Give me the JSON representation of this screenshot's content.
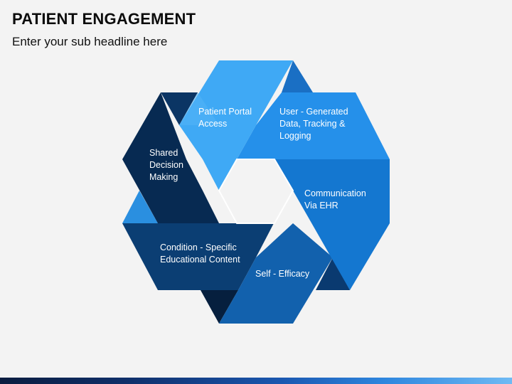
{
  "header": {
    "title": "PATIENT ENGAGEMENT",
    "subtitle": "Enter your sub headline here"
  },
  "diagram": {
    "segments": [
      {
        "lines": [
          "Patient Portal",
          "Access"
        ],
        "color": "#3fa9f5"
      },
      {
        "lines": [
          "User - Generated",
          "Data, Tracking &",
          "Logging"
        ],
        "color": "#2590ea"
      },
      {
        "lines": [
          "Communication",
          "Via EHR"
        ],
        "color": "#1477d0"
      },
      {
        "lines": [
          "Self - Efficacy"
        ],
        "color": "#1261ad"
      },
      {
        "lines": [
          "Condition - Specific",
          "Educational Content"
        ],
        "color": "#0b3e73"
      },
      {
        "lines": [
          "Shared",
          "Decision",
          "Making"
        ],
        "color": "#072a52"
      }
    ]
  }
}
